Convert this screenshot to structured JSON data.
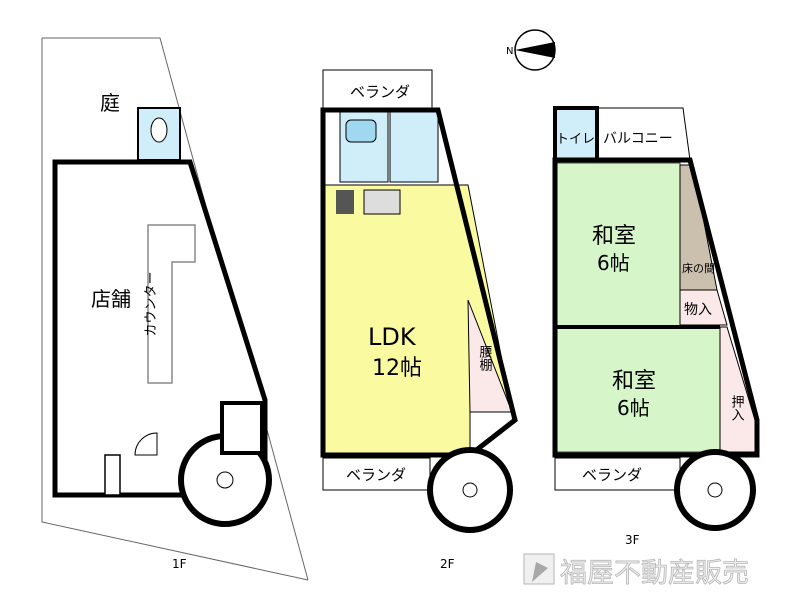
{
  "compass": {
    "north_label": "N"
  },
  "floors": [
    {
      "label": "1F",
      "rooms": {
        "garden": "庭",
        "shop": "店舗",
        "counter": "カウンター"
      }
    },
    {
      "label": "2F",
      "rooms": {
        "veranda_top": "ベランダ",
        "ldk": "LDK",
        "ldk_size": "12帖",
        "waist_shelf": "腰棚",
        "veranda_bottom": "ベランダ"
      }
    },
    {
      "label": "3F",
      "rooms": {
        "toilet": "トイレ",
        "balcony": "バルコニー",
        "washitsu1": "和室",
        "washitsu1_size": "6帖",
        "tokonoma": "床の間",
        "storage": "物入",
        "washitsu2": "和室",
        "washitsu2_size": "6帖",
        "closet": "押入",
        "veranda": "ベランダ"
      }
    }
  ],
  "watermark": {
    "text": "福屋不動産販売"
  },
  "colors": {
    "ldk": "#fafaa0",
    "washitsu": "#d6f5c8",
    "wet": "#cfeefa",
    "storage": "#fbe8e8",
    "tokonoma": "#cbbfae",
    "wall": "#000000"
  }
}
